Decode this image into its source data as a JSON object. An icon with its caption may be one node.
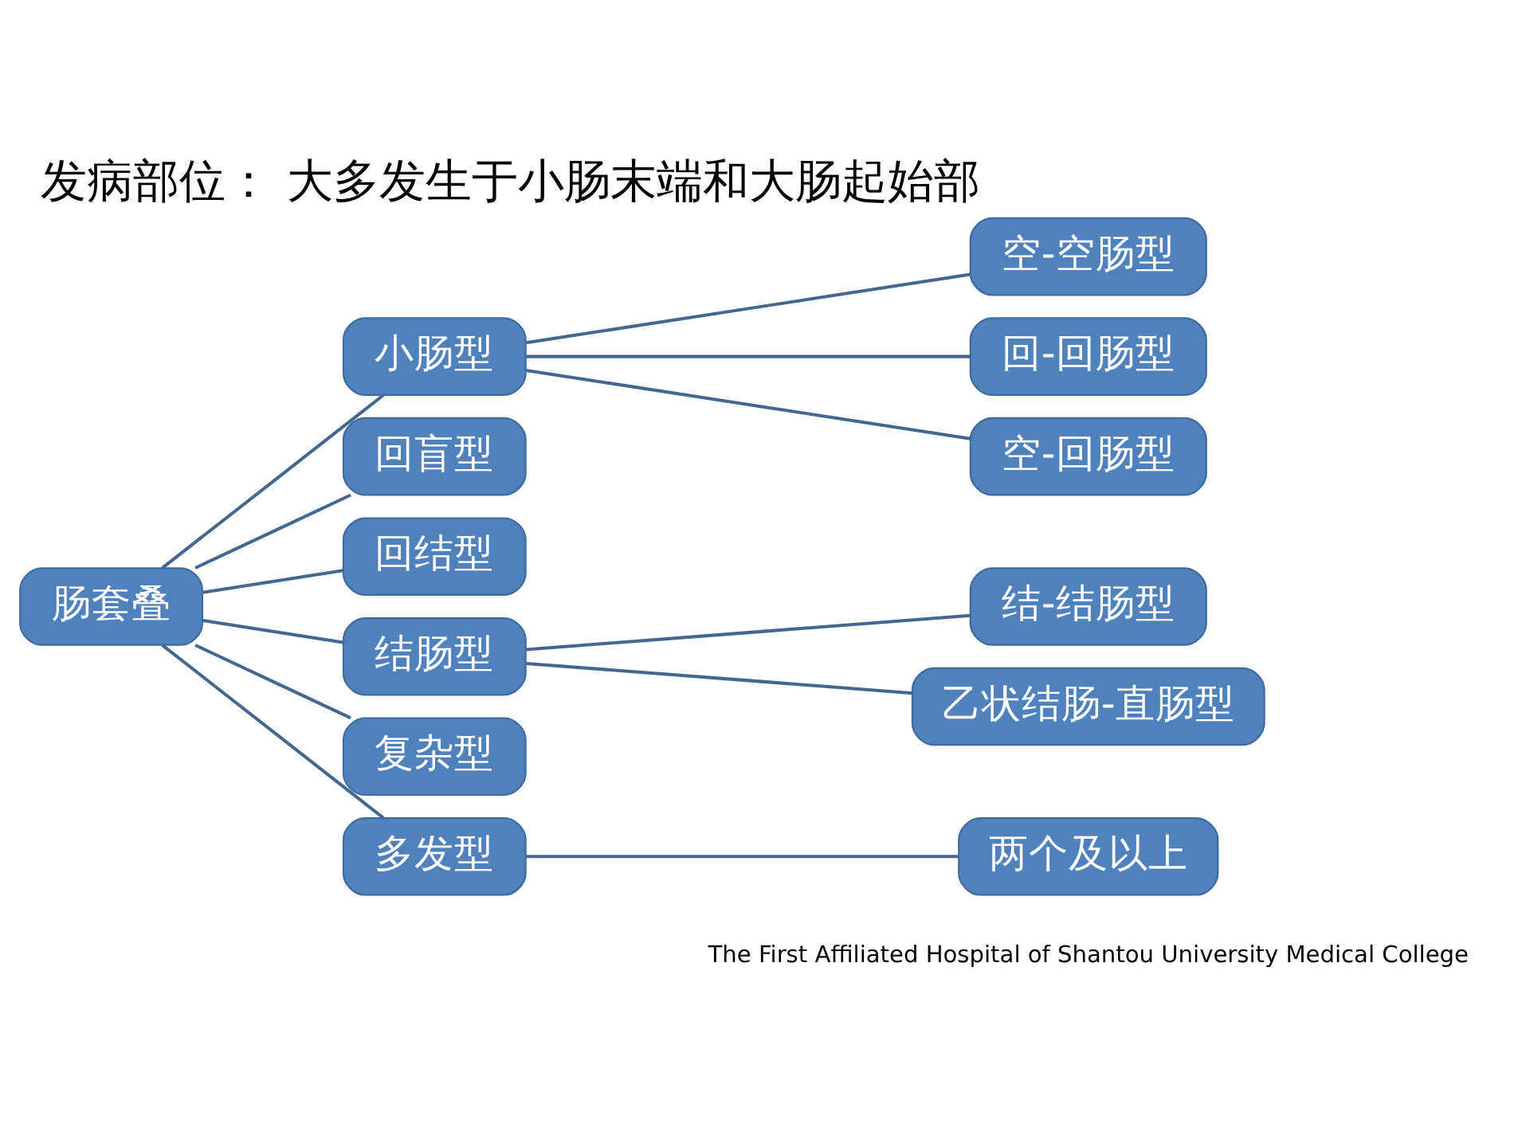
{
  "diagram": {
    "title": "发病部位： 大多发生于小肠末端和大肠起始部",
    "nodes": [
      {
        "text": [
          "肠套叠"
        ]
      },
      {
        "text": [
          "小肠型"
        ]
      },
      {
        "text": [
          "空-空肠型"
        ]
      },
      {
        "text": [
          "回-回肠型"
        ]
      },
      {
        "text": [
          "空-回肠型"
        ]
      },
      {
        "text": [
          "回盲型"
        ]
      },
      {
        "text": [
          "回结型"
        ]
      },
      {
        "text": [
          "结肠型"
        ]
      },
      {
        "text": [
          "结-结肠型"
        ]
      },
      {
        "text": [
          "乙状结肠-直肠型"
        ]
      },
      {
        "text": [
          "复杂型"
        ]
      },
      {
        "text": [
          "多发型"
        ]
      },
      {
        "text": [
          "两个及以上"
        ]
      }
    ],
    "edges": [
      {
        "from": 0,
        "to": 1,
        "arrow": "none"
      },
      {
        "from": 1,
        "to": 2,
        "arrow": "none"
      },
      {
        "from": 1,
        "to": 3,
        "arrow": "none"
      },
      {
        "from": 1,
        "to": 4,
        "arrow": "none"
      },
      {
        "from": 0,
        "to": 5,
        "arrow": "none"
      },
      {
        "from": 0,
        "to": 6,
        "arrow": "none"
      },
      {
        "from": 0,
        "to": 7,
        "arrow": "none"
      },
      {
        "from": 7,
        "to": 8,
        "arrow": "none"
      },
      {
        "from": 7,
        "to": 9,
        "arrow": "none"
      },
      {
        "from": 0,
        "to": 10,
        "arrow": "none"
      },
      {
        "from": 0,
        "to": 11,
        "arrow": "none"
      },
      {
        "from": 11,
        "to": 12,
        "arrow": "none"
      }
    ],
    "labels": [
      "The First Affiliated Hospital of Shantou University Medical College"
    ]
  }
}
